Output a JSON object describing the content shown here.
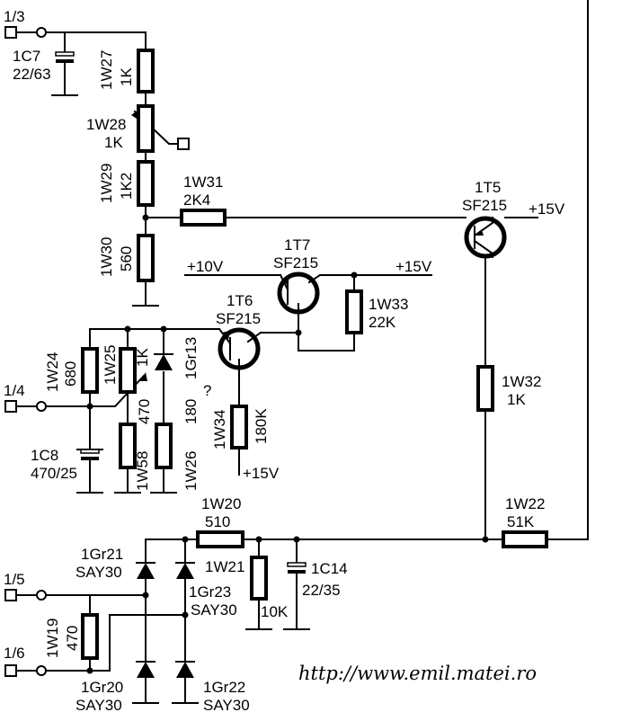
{
  "title": "",
  "labels": {
    "t13": "1/3",
    "t14": "1/4",
    "t15": "1/5",
    "t16": "1/6",
    "c7_name": "1C7",
    "c7_val": "22/63",
    "w27_name": "1W27",
    "w27_val": "1K",
    "w28_name": "1W28",
    "w28_val": "1K",
    "w29_name": "1W29",
    "w29_val": "1K2",
    "w30_name": "1W30",
    "w30_val": "560",
    "w31_name": "1W31",
    "w31_val": "2K4",
    "t5_name": "1T5",
    "t5_val": "SF215",
    "p15_t5": "+15V",
    "t7_name": "1T7",
    "t7_val": "SF215",
    "p10": "+10V",
    "p15_t7": "+15V",
    "w33_name": "1W33",
    "w33_val": "22K",
    "t6_name": "1T6",
    "t6_val": "SF215",
    "w24_name": "1W24",
    "w24_val": "680",
    "w25_name": "1W25",
    "w25_val": "1K",
    "gr13_name": "1Gr13",
    "gr13_q": "?",
    "w58_val": "470",
    "w58_name": "1W58",
    "w26_val": "180",
    "w26_name": "1W26",
    "w34_name": "1W34",
    "w34_val": "180K",
    "p15_w34": "+15V",
    "c8_name": "1C8",
    "c8_val": "470/25",
    "w32_name": "1W32",
    "w32_val": "1K",
    "w20_name": "1W20",
    "w20_val": "510",
    "w22_name": "1W22",
    "w22_val": "51K",
    "gr21_name": "1Gr21",
    "gr21_val": "SAY30",
    "w21_name": "1W21",
    "w21_val": "10K",
    "c14_name": "1C14",
    "c14_val": "22/35",
    "gr23_name": "1Gr23",
    "gr23_val": "SAY30",
    "w19_name": "1W19",
    "w19_val": "470",
    "gr20_name": "1Gr20",
    "gr20_val": "SAY30",
    "gr22_name": "1Gr22",
    "gr22_val": "SAY30",
    "url": "http://www.emil.matei.ro"
  }
}
